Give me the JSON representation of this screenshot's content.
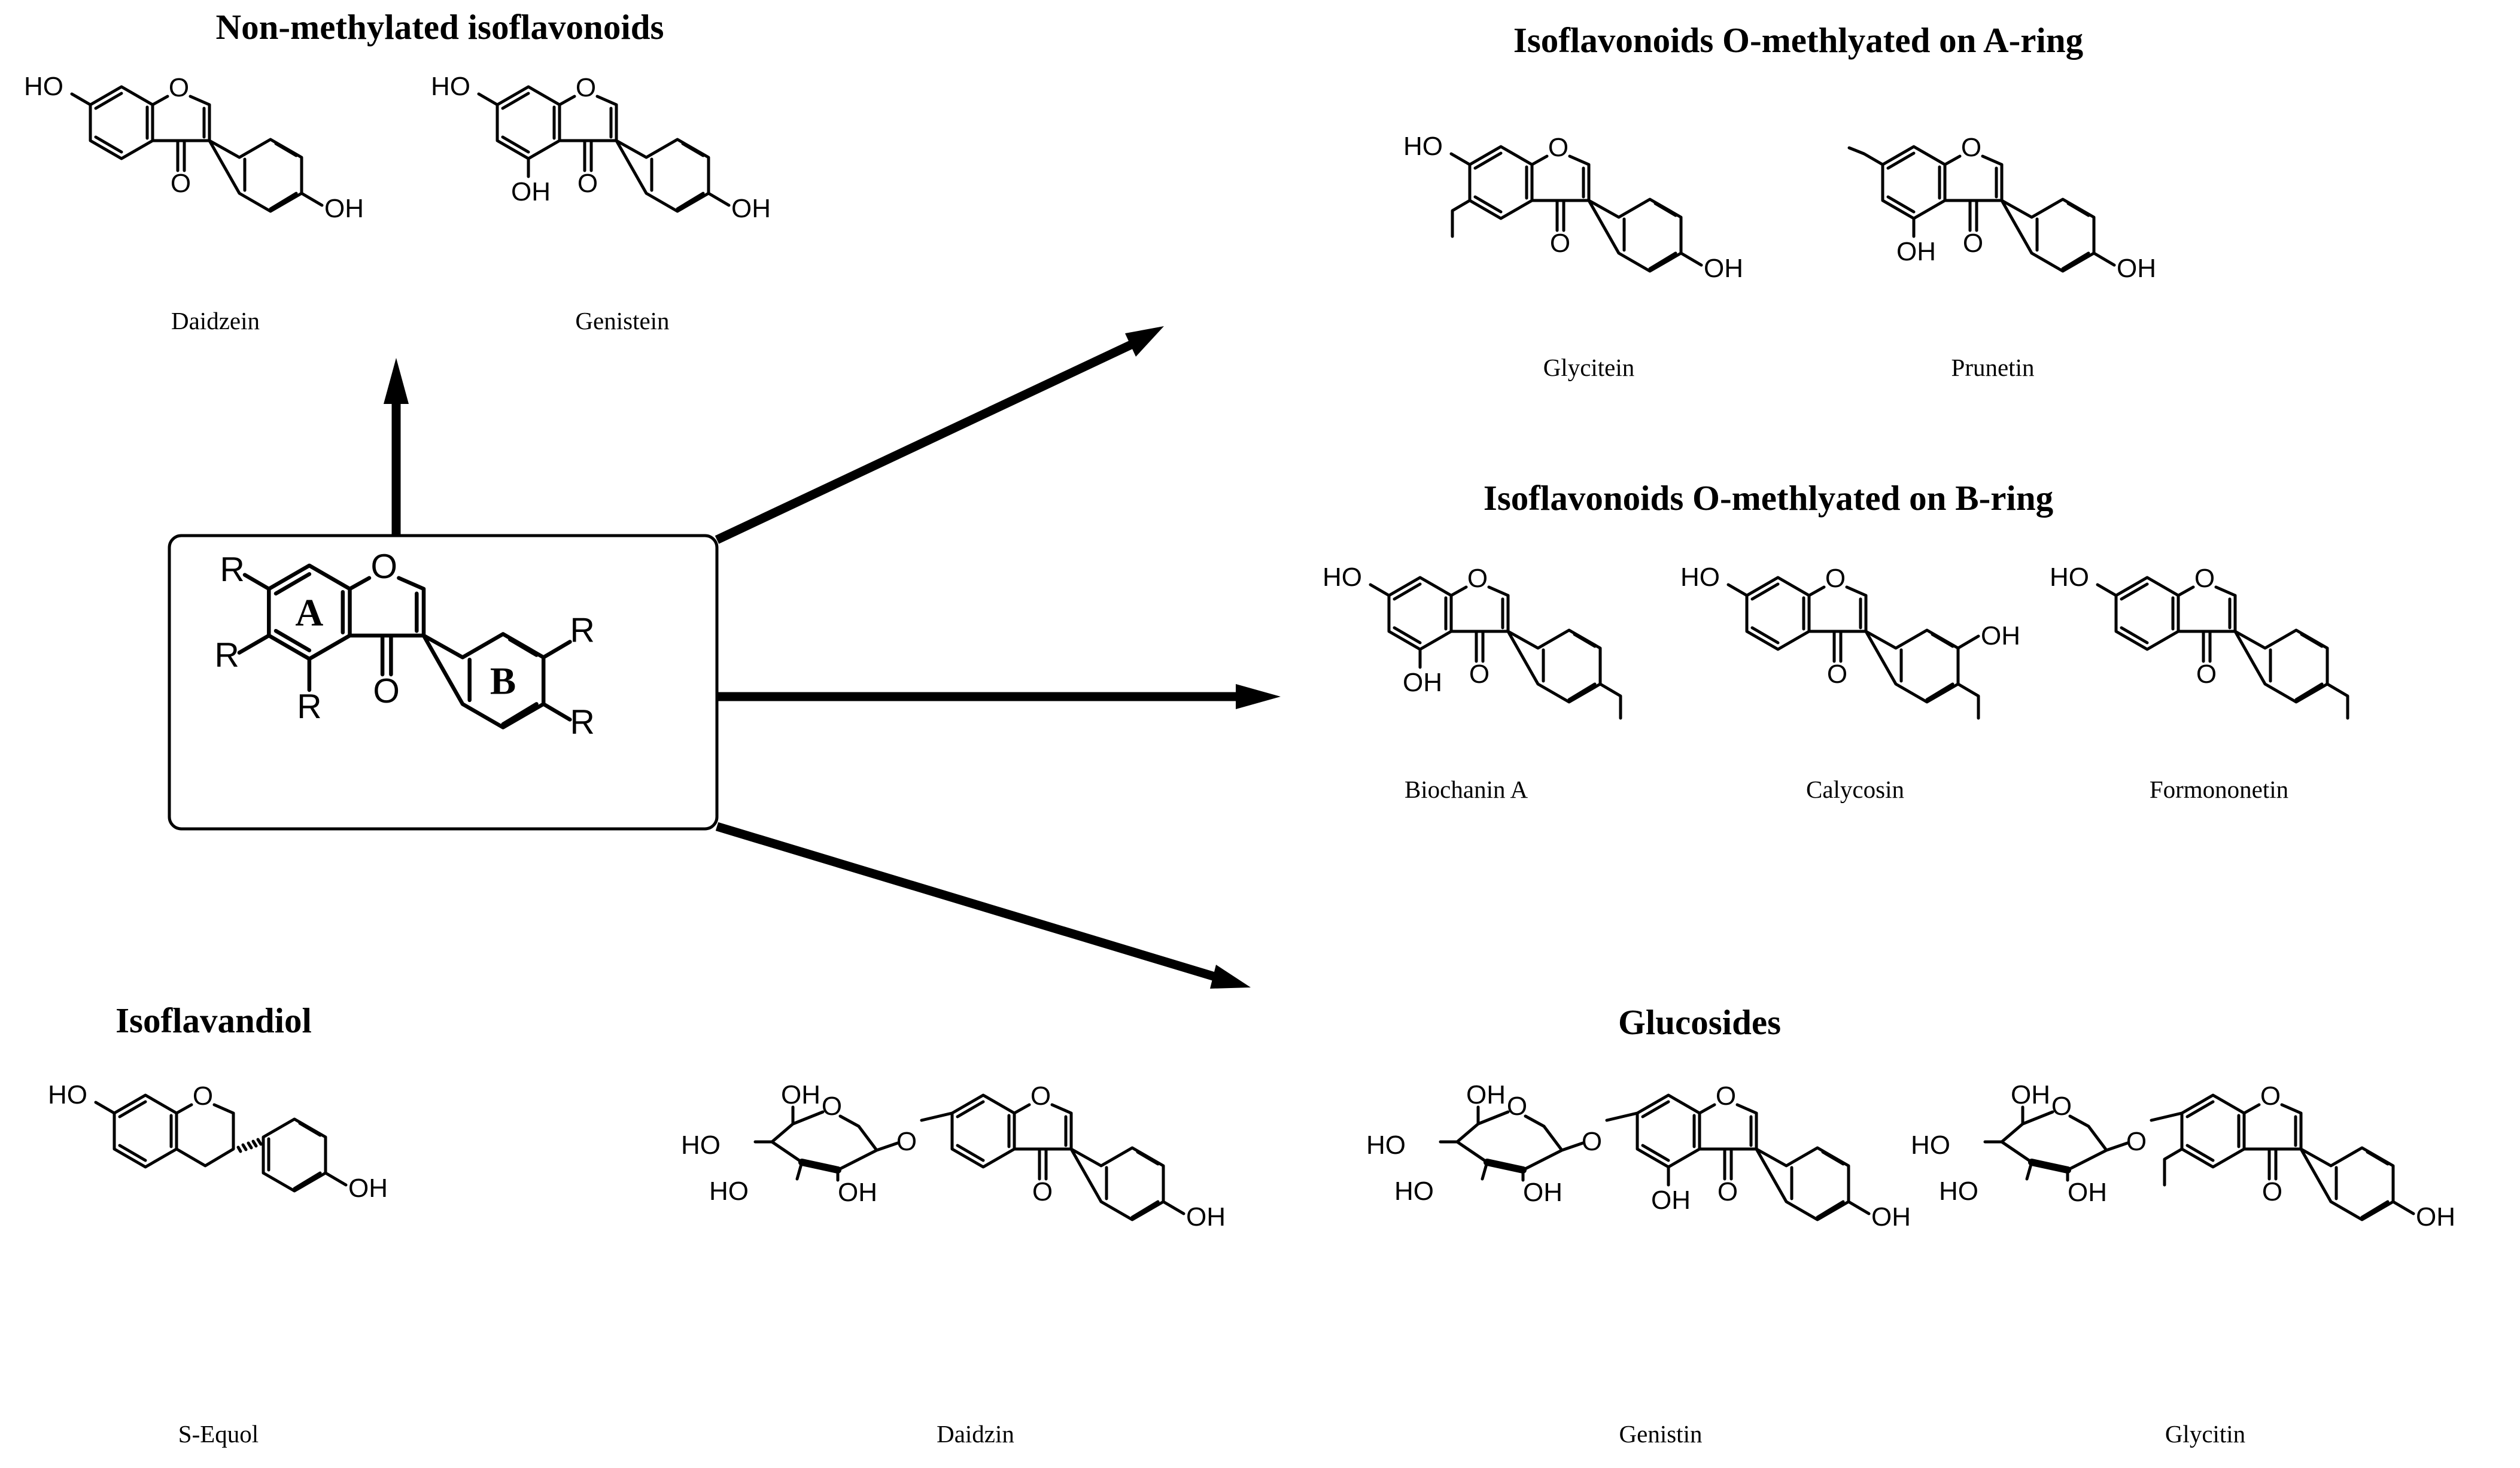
{
  "sections": {
    "non_methylated": "Non-methylated isoflavonoids",
    "a_ring": "Isoflavonoids O-methlyated on A-ring",
    "b_ring": "Isoflavonoids O-methlyated on B-ring",
    "isoflavandiol": "Isoflavandiol",
    "glucosides": "Glucosides"
  },
  "compounds": {
    "daidzein": "Daidzein",
    "genistein": "Genistein",
    "glycitein": "Glycitein",
    "prunetin": "Prunetin",
    "biochanin_a": "Biochanin A",
    "calycosin": "Calycosin",
    "formononetin": "Formononetin",
    "s_equol": "S-Equol",
    "daidzin": "Daidzin",
    "genistin": "Genistin",
    "glycitin": "Glycitin"
  },
  "atoms": {
    "ho": "HO",
    "oh": "OH",
    "o": "O",
    "r": "R"
  },
  "core": {
    "ring_a": "A",
    "ring_b": "B"
  }
}
